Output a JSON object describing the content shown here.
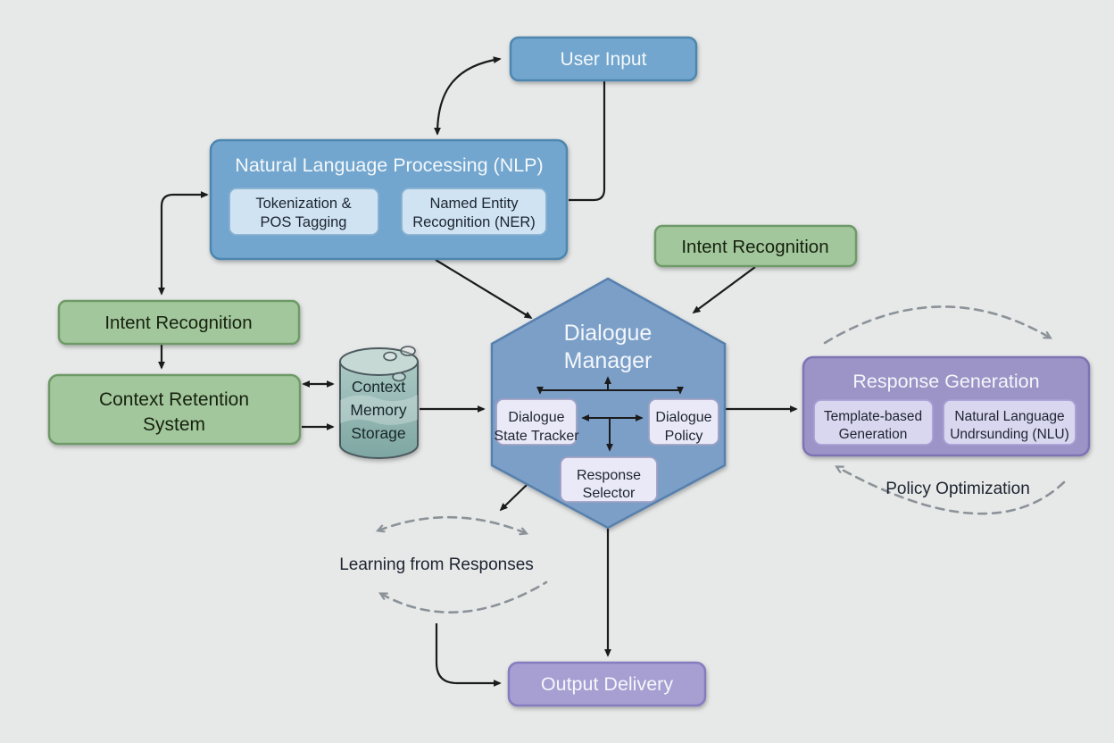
{
  "diagram": {
    "nodes": {
      "user_input": {
        "label": "User Input"
      },
      "nlp": {
        "title": "Natural Language Processing (NLP)",
        "tokenization": {
          "line1": "Tokenization &",
          "line2": "POS Tagging"
        },
        "ner": {
          "line1": "Named Entity",
          "line2": "Recognition (NER)"
        }
      },
      "intent_recognition_left": {
        "label": "Intent Recognition"
      },
      "context_retention": {
        "line1": "Context Retention",
        "line2": "System"
      },
      "context_memory_storage": {
        "line1": "Context",
        "line2": "Memory",
        "line3": "Storage"
      },
      "dialogue_manager": {
        "line1": "Dialogue",
        "line2": "Manager",
        "state_tracker": {
          "line1": "Dialogue",
          "line2": "State Tracker"
        },
        "policy": {
          "line1": "Dialogue",
          "line2": "Policy"
        },
        "response_selector": {
          "line1": "Response",
          "line2": "Selector"
        }
      },
      "intent_recognition_right": {
        "label": "Intent Recognition"
      },
      "response_generation": {
        "title": "Response Generation",
        "template": {
          "line1": "Template-based",
          "line2": "Generation"
        },
        "nlu": {
          "line1": "Natural Language",
          "line2": "Undrsunding (NLU)"
        }
      },
      "output_delivery": {
        "label": "Output Delivery"
      }
    },
    "annotations": {
      "policy_optimization": "Policy Optimization",
      "learning_from_responses": "Learning from Responses"
    },
    "colors": {
      "background": "#e7e8e8",
      "blue_fill": "#72a6ce",
      "blue_stroke": "#4d86ae",
      "blue_sub_fill": "#cfe3f2",
      "blue_sub_stroke": "#88b0cf",
      "green_fill": "#a3c79d",
      "green_stroke": "#6e9a68",
      "hexagon_fill": "#7c9fc8",
      "hexagon_stroke": "#5680ad",
      "hex_sub_fill": "#e9e9f7",
      "hex_sub_stroke": "#9fa0c4",
      "purple_fill": "#9c93c6",
      "purple_stroke": "#7e73b3",
      "purple_sub_fill": "#d9d6ef",
      "purple_sub_stroke": "#a89fd6",
      "output_fill": "#a79ed1",
      "output_stroke": "#867cc0",
      "cylinder_top_fill": "#c6d9d4",
      "cylinder_body_top": "#abc9c5",
      "cylinder_body_bottom": "#7ea6a2",
      "cylinder_stroke": "#4b5a5e",
      "arrow_color": "#1b1b1b",
      "dashed_color": "#8b9399"
    }
  }
}
